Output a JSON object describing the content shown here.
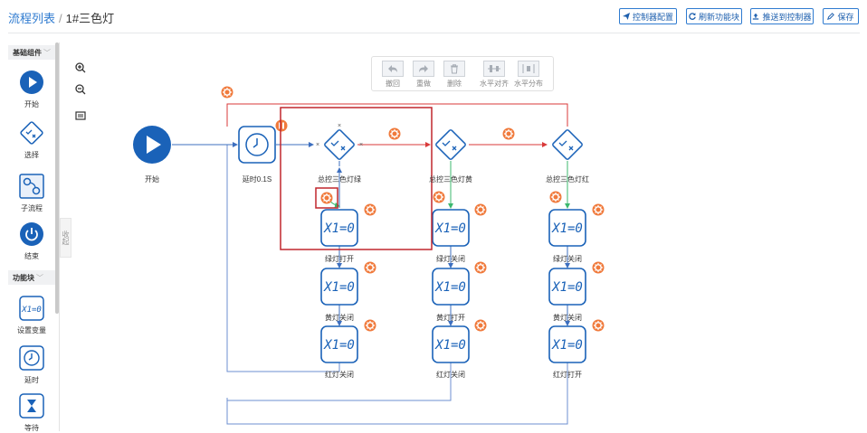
{
  "breadcrumb": {
    "root": "流程列表",
    "separator": "/",
    "current": "1#三色灯"
  },
  "toolbar": {
    "controller_config": "控制器配置",
    "refresh_blocks": "刷新功能块",
    "push_controller": "推送到控制器",
    "save": "保存"
  },
  "sidebar": {
    "basic_title": "基础组件",
    "basic_items": [
      {
        "label": "开始",
        "icon": "play-icon"
      },
      {
        "label": "选择",
        "icon": "choice-icon"
      },
      {
        "label": "子流程",
        "icon": "subprocess-icon"
      },
      {
        "label": "结束",
        "icon": "power-icon"
      }
    ],
    "function_title": "功能块",
    "function_items": [
      {
        "label": "设置变量",
        "icon": "set-variable-icon"
      },
      {
        "label": "延时",
        "icon": "clock-icon"
      },
      {
        "label": "等待",
        "icon": "hourglass-icon"
      }
    ],
    "collapse": "收起"
  },
  "edit_tools": [
    "撤回",
    "重做",
    "删除",
    "水平对齐",
    "水平分布"
  ],
  "flow": {
    "start_label": "开始",
    "delay_label": "延时0.1S",
    "decisions": [
      "总控三色灯绿",
      "总控三色灯黄",
      "总控三色灯红"
    ],
    "block_text": "X1=0",
    "columns": [
      [
        "绿灯打开",
        "黄灯关闭",
        "红灯关闭"
      ],
      [
        "绿灯关闭",
        "黄灯打开",
        "红灯关闭"
      ],
      [
        "绿灯关闭",
        "黄灯关闭",
        "红灯打开"
      ]
    ]
  },
  "colors": {
    "accent": "#2f7bd0",
    "node_blue": "#1a62b8",
    "gear_orange": "#f07a3c",
    "arrow_red": "#d93a3a",
    "arrow_green": "#3cb86e",
    "selection_red": "#c1272d"
  }
}
